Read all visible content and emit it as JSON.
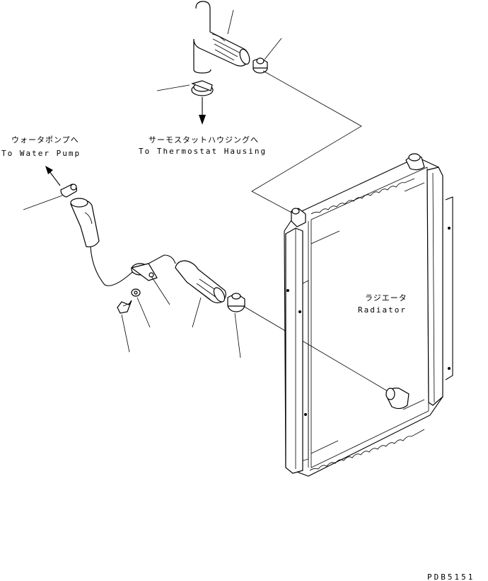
{
  "labels": {
    "water_pump_jp": "ウォータポンプへ",
    "water_pump_en": "To Water Pump",
    "thermostat_jp": "サーモスタットハウジングへ",
    "thermostat_en": "To Thermostat Hausing",
    "radiator_jp": "ラジエータ",
    "radiator_en": "Radiator",
    "drawing_code": "PDB5151"
  }
}
